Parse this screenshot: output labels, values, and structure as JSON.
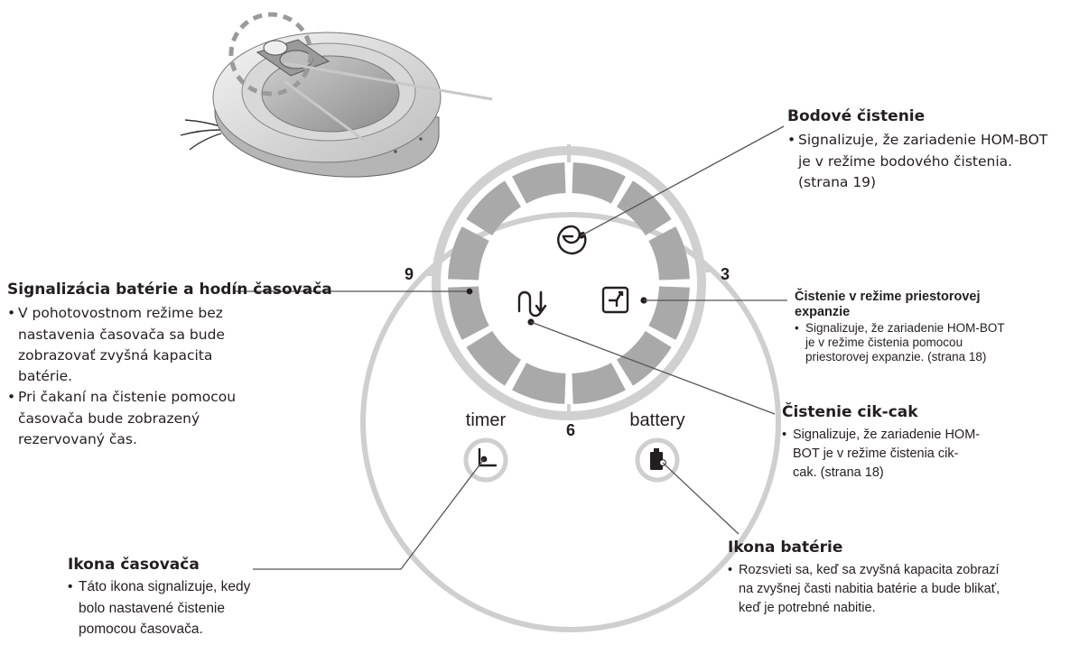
{
  "dial": {
    "numbers": {
      "twelve": "",
      "three": "3",
      "six": "6",
      "nine": "9"
    },
    "timer_label": "timer",
    "battery_label": "battery"
  },
  "icons": {
    "spot": "spiral-icon",
    "zigzag": "zigzag-arrow-icon",
    "expansion": "expansion-square-icon",
    "timer": "clock-icon",
    "battery": "battery-icon"
  },
  "annotations": {
    "spot": {
      "title": "Bodové čistenie",
      "bullets": [
        "Signalizuje, že zariadenie HOM-BOT je v režime bodového čistenia. (strana 19)"
      ]
    },
    "battery_timer": {
      "title": "Signalizácia batérie a hodín časovača",
      "bullets": [
        "V pohotovostnom režime bez nastavenia časovača sa bude zobrazovať zvyšná kapacita batérie.",
        "Pri čakaní na čistenie pomocou časovača bude zobrazený rezervovaný čas."
      ]
    },
    "expansion": {
      "title": "Čistenie v režime priestorovej expanzie",
      "bullets": [
        "Signalizuje, že zariadenie HOM-BOT je v režime čistenia pomocou priestorovej expanzie. (strana 18)"
      ]
    },
    "zigzag": {
      "title": "Čistenie cik-cak",
      "bullets": [
        "Signalizuje, že zariadenie HOM-BOT je v režime čistenia cik-cak. (strana 18)"
      ]
    },
    "timer_icon": {
      "title": "Ikona časovača",
      "bullets": [
        "Táto ikona signalizuje, kedy bolo nastavené čistenie pomocou časovača."
      ]
    },
    "battery_icon": {
      "title": "Ikona batérie",
      "bullets": [
        "Rozsvieti sa, keď sa zvyšná kapacita zobrazí na zvyšnej časti nabitia batérie a bude blikať, keď je potrebné nabitie."
      ]
    }
  },
  "colors": {
    "ring": "#cfcfcf",
    "segment": "#a9a9a9",
    "text": "#231f20",
    "line": "#555555"
  }
}
